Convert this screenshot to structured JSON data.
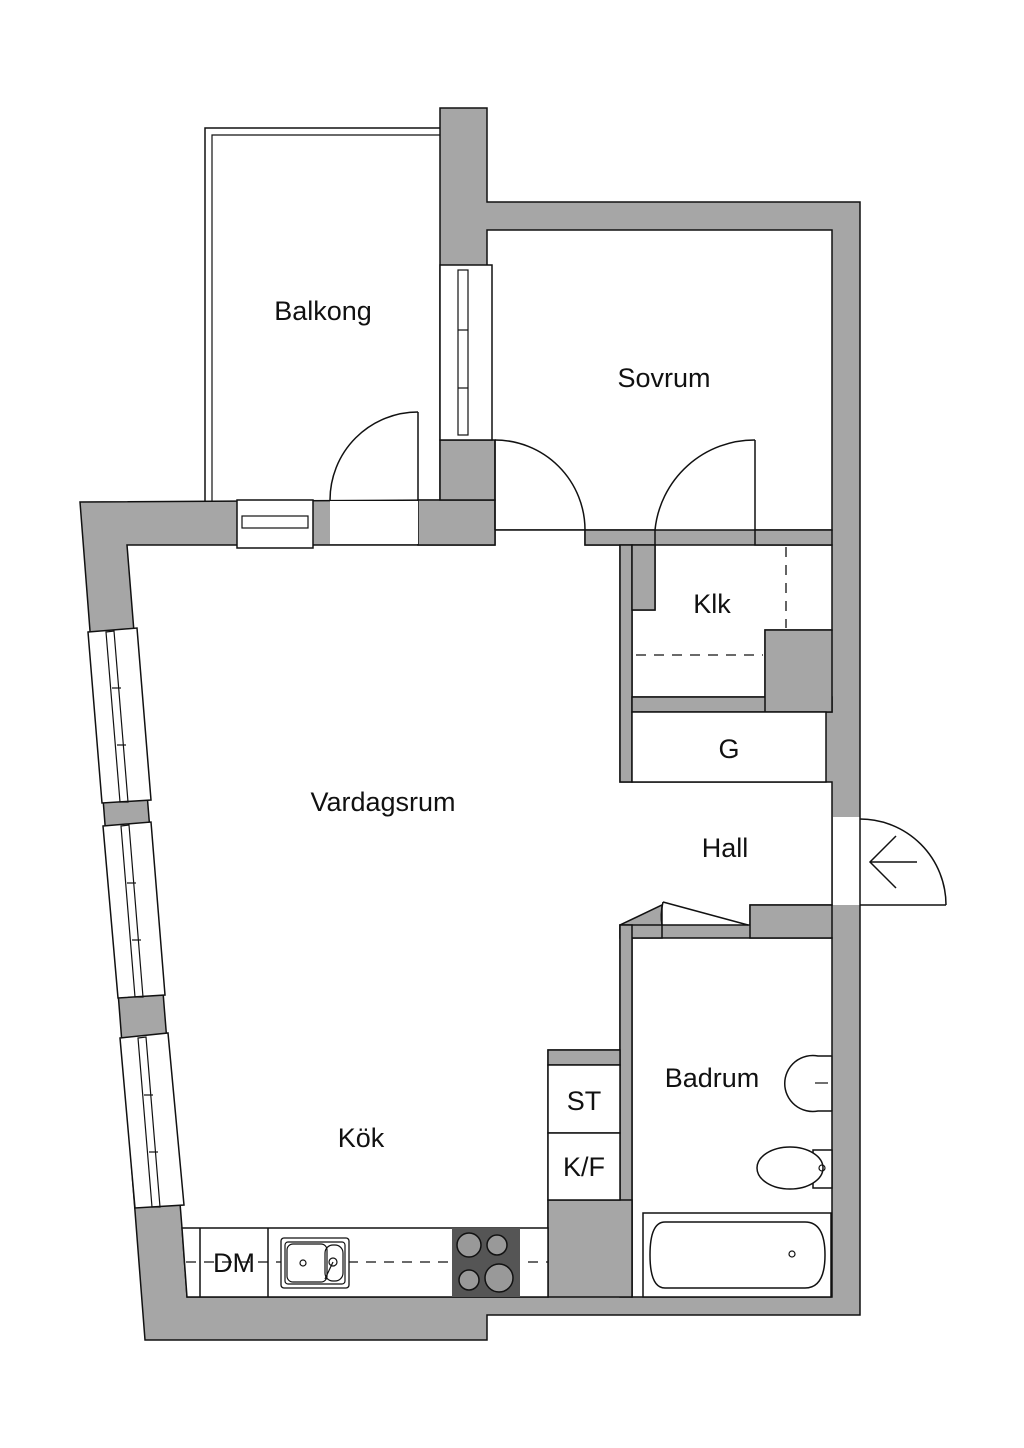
{
  "rooms": {
    "balcony": "Balkong",
    "bedroom": "Sovrum",
    "closet": "Klk",
    "wardrobe": "G",
    "living_room": "Vardagsrum",
    "hall": "Hall",
    "bathroom": "Badrum",
    "kitchen": "Kök"
  },
  "fixtures": {
    "storage": "ST",
    "fridge_freezer": "K/F",
    "dishwasher": "DM"
  },
  "colors": {
    "wall": "#a6a6a6",
    "stove": "#555555"
  }
}
